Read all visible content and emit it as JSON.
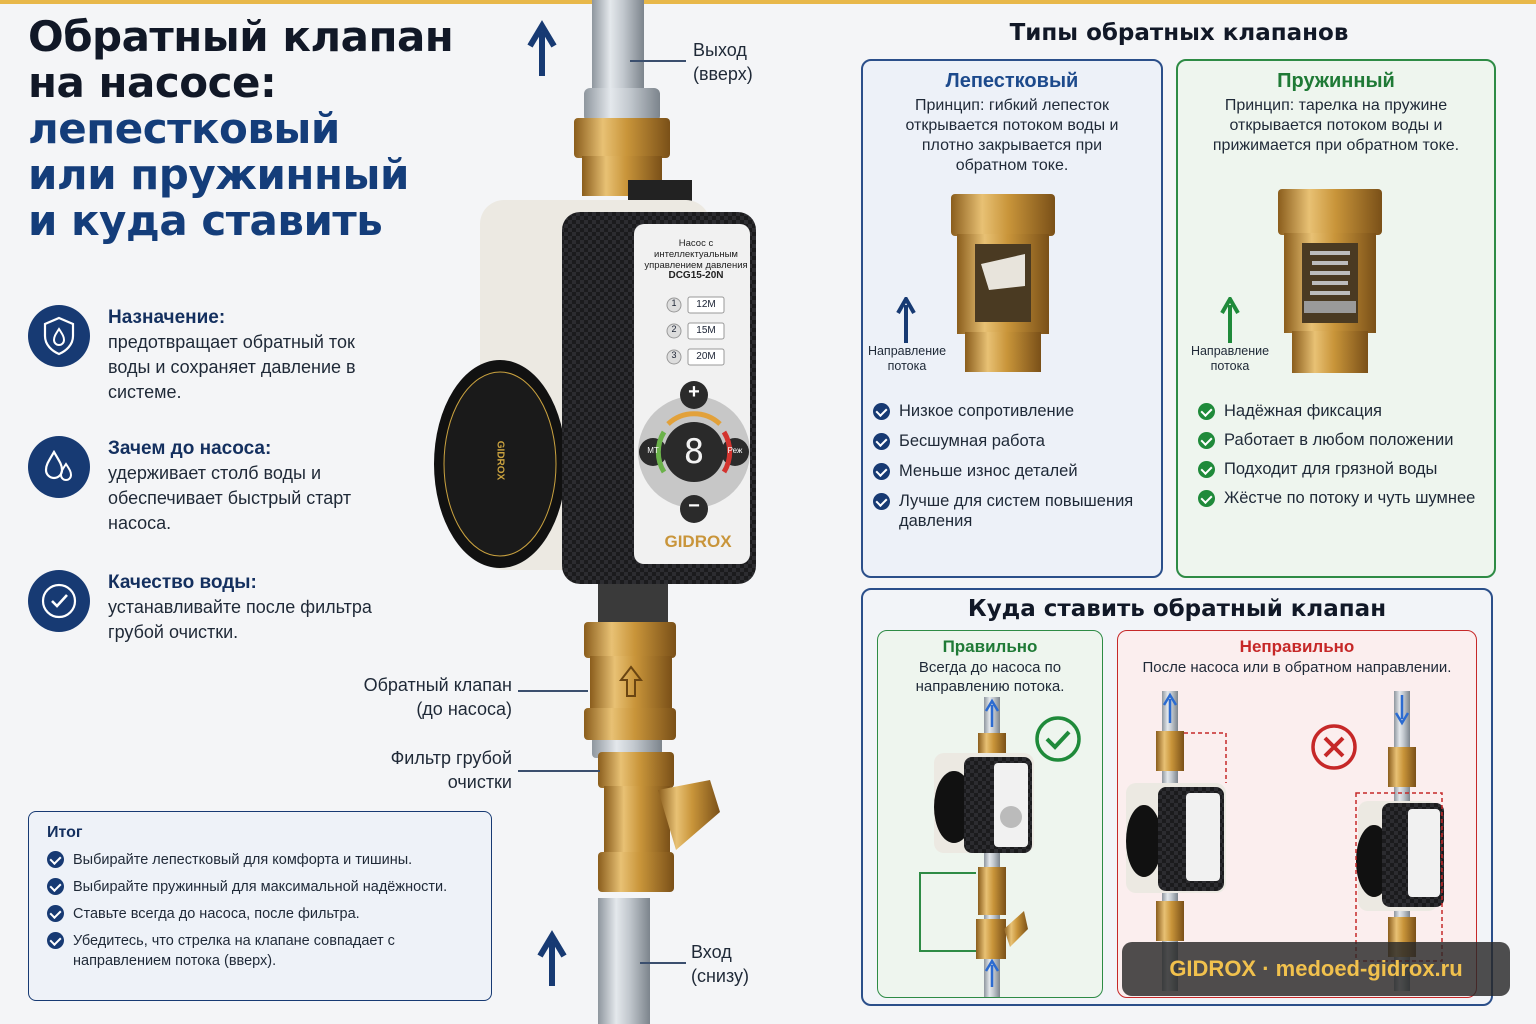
{
  "title": {
    "line1": "Обратный клапан",
    "line2": "на насосе:",
    "line3": "лепестковый",
    "line4": "или пружинный",
    "line5": "и куда ставить"
  },
  "features": [
    {
      "icon": "water-drop-shield-icon",
      "heading": "Назначение:",
      "text": "предотвращает обратный ток воды и сохраняет давление в системе."
    },
    {
      "icon": "water-drops-icon",
      "heading": "Зачем до насоса:",
      "text": "удерживает столб воды и обеспечивает быстрый старт насоса."
    },
    {
      "icon": "checkmark-circle-icon",
      "heading": "Качество воды:",
      "text": "устанавливайте после фильтра грубой очистки."
    }
  ],
  "summary": {
    "heading": "Итог",
    "items": [
      "Выбирайте лепестковый для комфорта и тишины.",
      "Выбирайте пружинный для максимальной надёжности.",
      "Ставьте всегда до насоса, после фильтра.",
      "Убедитесь, что стрелка на клапане совпадает с направлением потока (вверх)."
    ]
  },
  "center": {
    "outlet_label": "Выход\n(вверх)",
    "inlet_label": "Вход\n(снизу)",
    "valve_label": "Обратный клапан\n(до насоса)",
    "filter_label": "Фильтр грубой\nочистки",
    "pump": {
      "header": "Насос с интеллектуальным управлением давления",
      "model": "DCG15-20N",
      "presets": [
        "12M",
        "15M",
        "20M"
      ],
      "preset_nums": [
        "1",
        "2",
        "3"
      ],
      "display_digit": "8",
      "btn_plus": "+",
      "btn_minus": "−",
      "btn_left": "MT",
      "btn_right": "Реж",
      "brand": "GIDROX",
      "side_label": "GIDROX"
    }
  },
  "types": {
    "heading": "Типы обратных клапанов",
    "petal": {
      "name": "Лепестковый",
      "principle": "Принцип: гибкий лепесток открывается потоком воды и плотно закрывается при обратном токе.",
      "flow_label": "Направление потока",
      "pros": [
        "Низкое сопротивление",
        "Бесшумная работа",
        "Меньше износ деталей",
        "Лучше для систем повышения давления"
      ]
    },
    "spring": {
      "name": "Пружинный",
      "principle": "Принцип: тарелка на пружине открывается потоком воды и прижимается при обратном токе.",
      "flow_label": "Направление потока",
      "pros": [
        "Надёжная фиксация",
        "Работает в любом положении",
        "Подходит для грязной воды",
        "Жёстче по потоку и чуть шумнее"
      ]
    }
  },
  "placement": {
    "heading": "Куда ставить обратный клапан",
    "correct": {
      "name": "Правильно",
      "text": "Всегда до насоса по направлению потока."
    },
    "wrong": {
      "name": "Неправильно",
      "text": "После насоса или в обратном направлении."
    }
  },
  "watermark": "GIDROX  ·  medoed-gidrox.ru",
  "colors": {
    "navy": "#173a73",
    "green": "#1f8a3a",
    "red": "#c62828",
    "brass": "#c9953a"
  }
}
